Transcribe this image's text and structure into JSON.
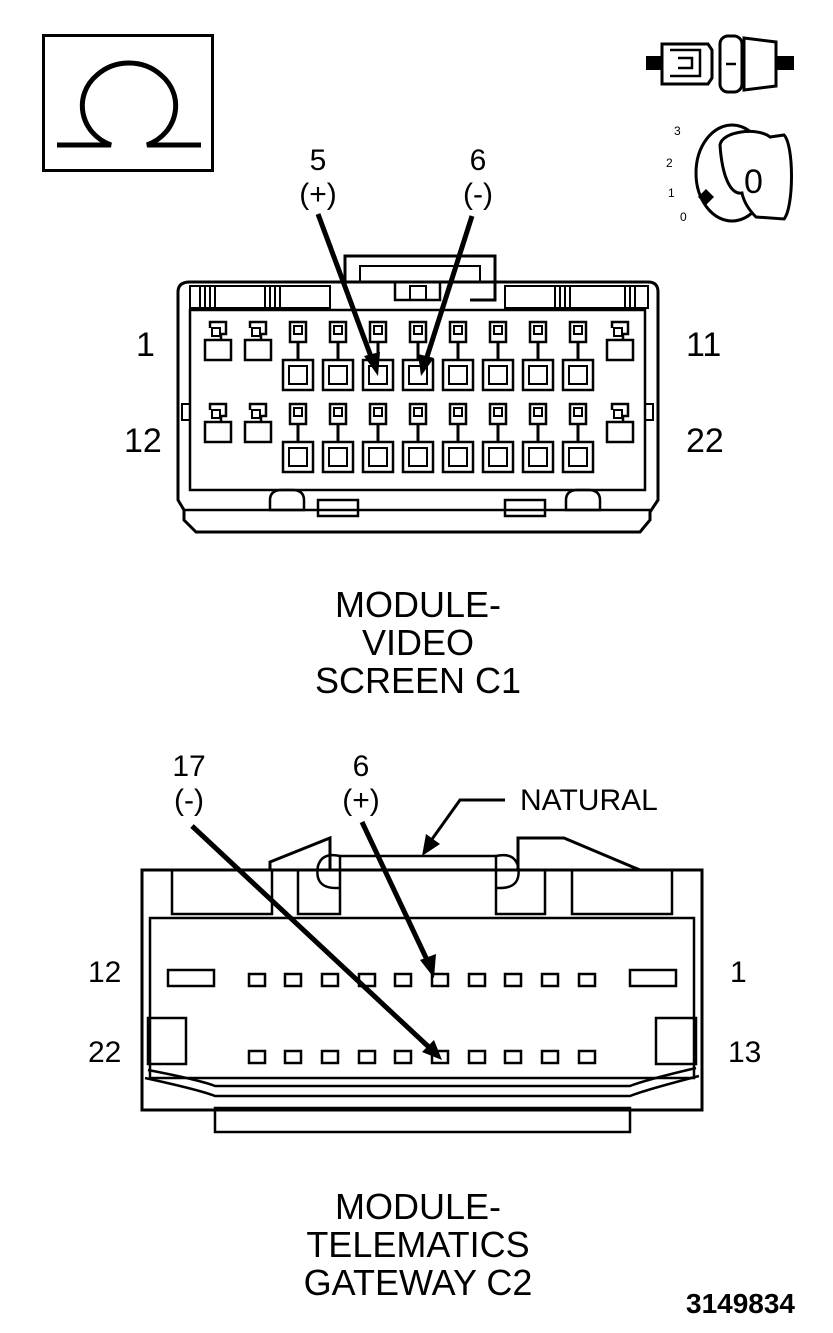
{
  "meter": {
    "symbol": "Ω",
    "key_label": "0",
    "switch_positions": [
      "3",
      "2",
      "1",
      "0"
    ]
  },
  "connector1": {
    "title_lines": [
      "MODULE-",
      "VIDEO",
      "SCREEN C1"
    ],
    "pin_labels": {
      "top_left": "1",
      "top_right": "11",
      "bottom_left": "12",
      "bottom_right": "22"
    },
    "callouts": [
      {
        "pin": "5",
        "polarity": "(+)"
      },
      {
        "pin": "6",
        "polarity": "(-)"
      }
    ]
  },
  "connector2": {
    "title_lines": [
      "MODULE-",
      "TELEMATICS",
      "GATEWAY C2"
    ],
    "pin_labels": {
      "top_left": "12",
      "top_right": "1",
      "bottom_left": "22",
      "bottom_right": "13"
    },
    "callouts": [
      {
        "pin": "17",
        "polarity": "(-)"
      },
      {
        "pin": "6",
        "polarity": "(+)"
      }
    ],
    "color_note": "NATURAL"
  },
  "figure_number": "3149834"
}
